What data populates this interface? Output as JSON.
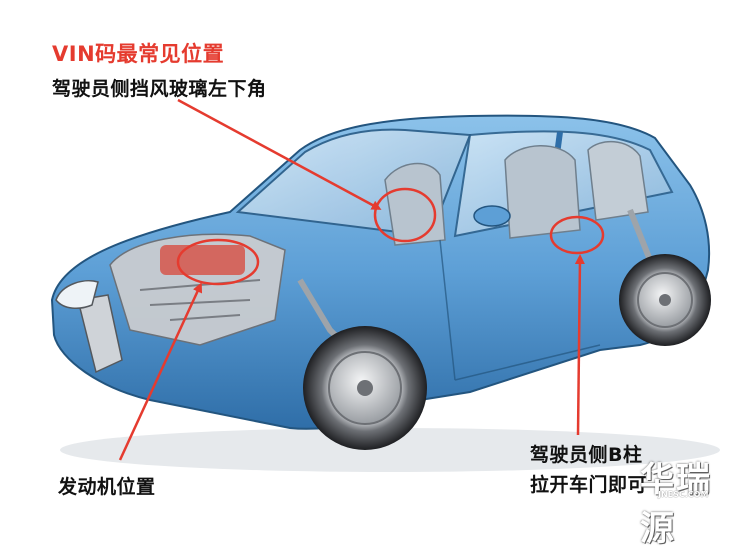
{
  "annotations": {
    "vin_title": "VIN码最常见位置",
    "vin_subtitle": "驾驶员侧挡风玻璃左下角",
    "engine": "发动机位置",
    "b_pillar_line1": "驾驶员侧B柱",
    "b_pillar_line2": "拉开车门即可"
  },
  "watermark": {
    "text": "华瑞源",
    "sub": "JNESC.COM"
  },
  "colors": {
    "car_body": "#5d9fd6",
    "car_body_dark": "#2f6ea8",
    "marker_red": "#e53b2f",
    "text_dark": "#111111"
  }
}
